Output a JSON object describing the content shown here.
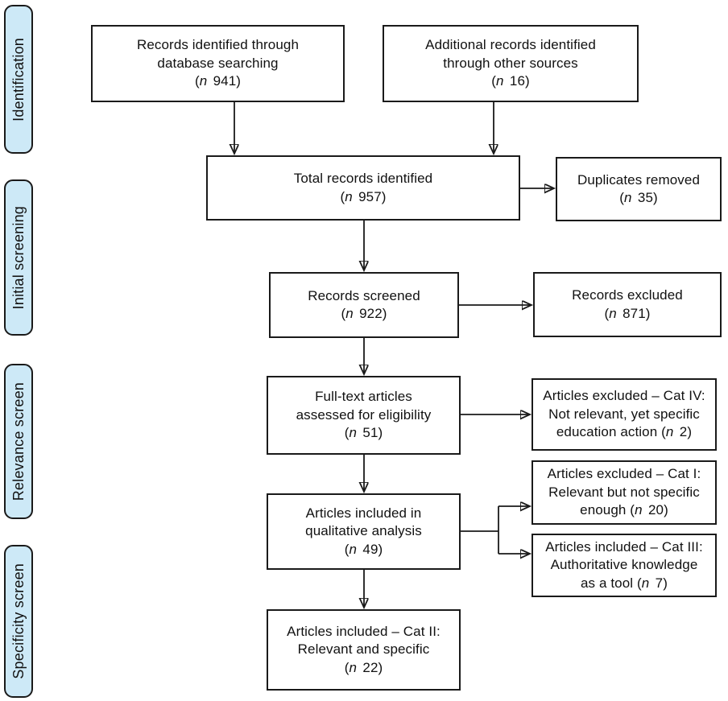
{
  "figure": {
    "type": "prisma-flow-diagram",
    "background_color": "#ffffff",
    "line_color": "#1a1a1a",
    "stage_fill_color": "#cde9f7",
    "stages": [
      {
        "label": "Identification"
      },
      {
        "label": "Initial screening"
      },
      {
        "label": "Relevance screen"
      },
      {
        "label": "Specificity screen"
      }
    ],
    "nodes": {
      "db_search": {
        "lines": [
          "Records identified through",
          "database searching",
          "(n 941)"
        ]
      },
      "other_sources": {
        "lines": [
          "Additional records identified",
          "through other sources",
          "(n 16)"
        ]
      },
      "total_identified": {
        "lines": [
          "Total records identified",
          "(n 957)"
        ]
      },
      "duplicates_removed": {
        "lines": [
          "Duplicates removed",
          "(n 35)"
        ]
      },
      "records_screened": {
        "lines": [
          "Records screened",
          "(n 922)"
        ]
      },
      "records_excluded": {
        "lines": [
          "Records excluded",
          "(n 871)"
        ]
      },
      "fulltext_assessed": {
        "lines": [
          "Full-text articles",
          "assessed for eligibility",
          "(n 51)"
        ]
      },
      "excluded_cat4": {
        "lines": [
          "Articles excluded – Cat IV:",
          "Not relevant, yet specific",
          "education action (n 2)"
        ]
      },
      "included_qualitative": {
        "lines": [
          "Articles included in",
          "qualitative analysis",
          "(n 49)"
        ]
      },
      "excluded_cat1": {
        "lines": [
          "Articles excluded – Cat I:",
          "Relevant but not specific",
          "enough (n 20)"
        ]
      },
      "included_cat3": {
        "lines": [
          "Articles included – Cat III:",
          "Authoritative knowledge",
          "as a tool (n 7)"
        ]
      },
      "included_cat2": {
        "lines": [
          "Articles included – Cat II:",
          "Relevant and specific",
          "(n 22)"
        ]
      }
    }
  }
}
